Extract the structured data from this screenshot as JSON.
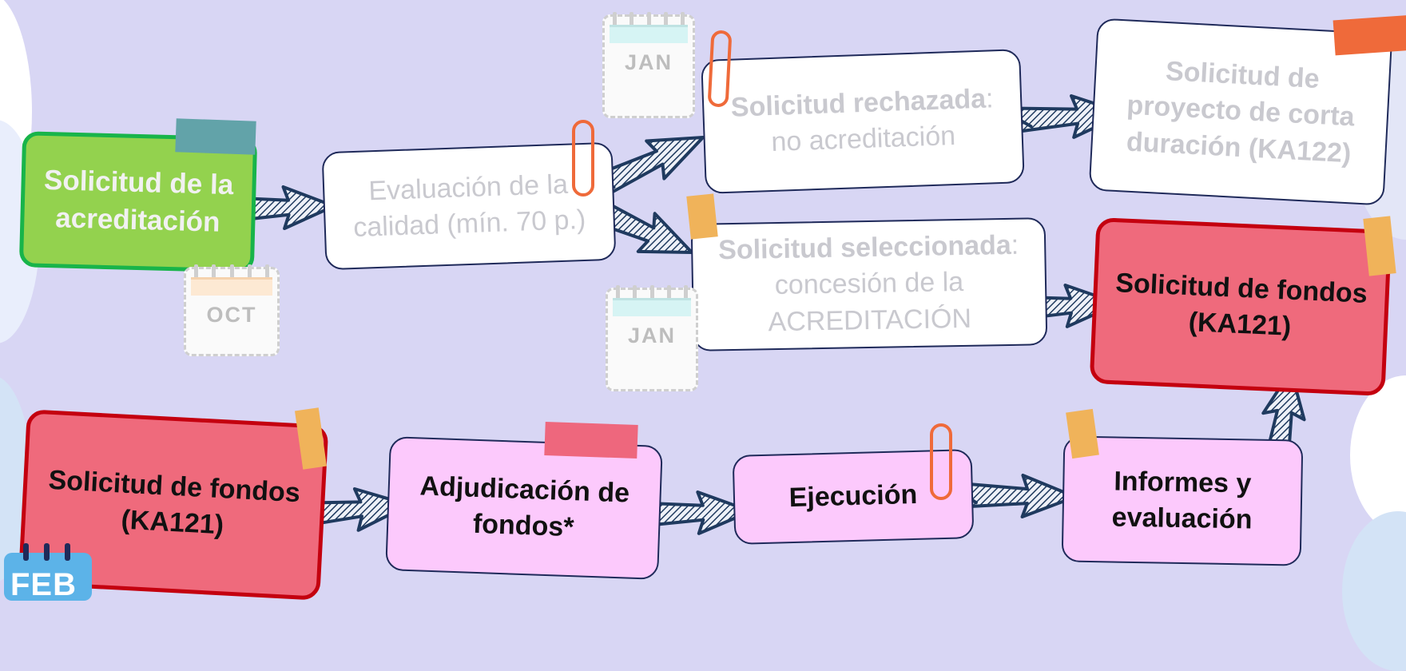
{
  "nodes": {
    "acreditacion": "Solicitud de la acreditación",
    "evaluacion": "Evaluación de la calidad (mín. 70 p.)",
    "rechazada_bold": "Solicitud rechazada",
    "rechazada_rest": ": no acreditación",
    "corta_duracion": "Solicitud de proyecto de corta duración (KA122)",
    "seleccionada_bold": "Solicitud seleccionada",
    "seleccionada_rest": ": concesión de la ACREDITACIÓN",
    "fondos_top": "Solicitud de fondos (KA121)",
    "fondos_bottom": "Solicitud de fondos (KA121)",
    "adjudicacion": "Adjudicación de fondos*",
    "ejecucion": "Ejecución",
    "informes": "Informes y evaluación"
  },
  "calendars": {
    "oct": "OCT",
    "jan_top": "JAN",
    "jan_bottom": "JAN"
  },
  "logo_text": "FEB",
  "colors": {
    "background": "#d8d6f4",
    "green_fill": "#93d24e",
    "green_border": "#18b44a",
    "red_fill": "#ef6a7c",
    "red_border": "#c4000f",
    "pink_fill": "#fcc9fc",
    "arrow": "#1f3a5f"
  }
}
